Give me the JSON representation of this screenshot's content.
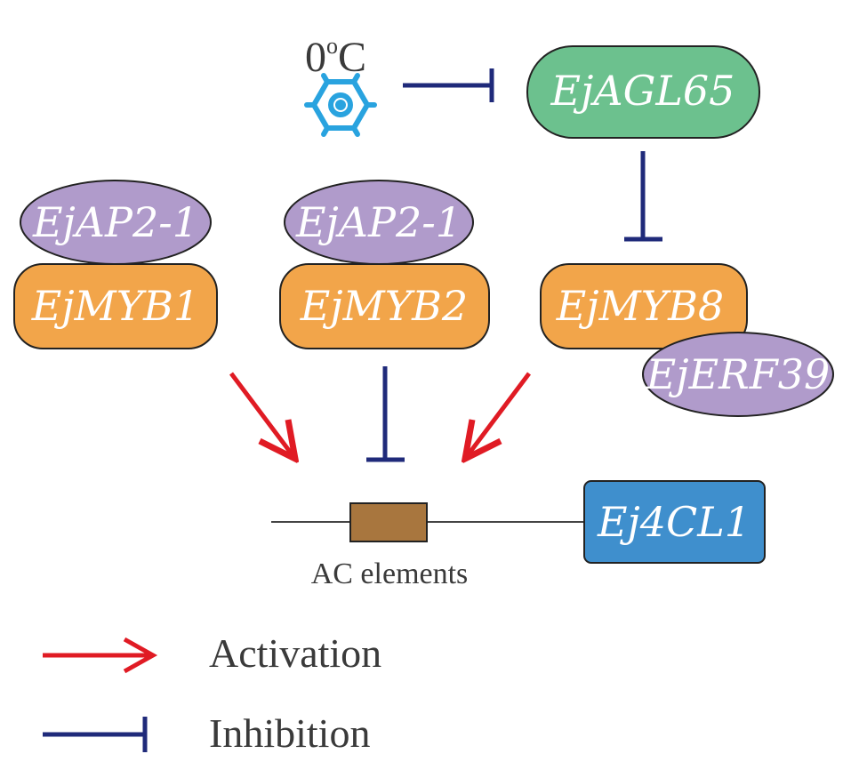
{
  "temperature": {
    "label": "0",
    "superscript": "o",
    "unit": "C"
  },
  "nodes": {
    "agl65": "EjAGL65",
    "ap2_left": "EjAP2-1",
    "ap2_mid": "EjAP2-1",
    "myb1": "EjMYB1",
    "myb2": "EjMYB2",
    "myb8": "EjMYB8",
    "erf39": "EjERF39",
    "target_gene": "Ej4CL1"
  },
  "promoter_label": "AC elements",
  "legend": {
    "activation": "Activation",
    "inhibition": "Inhibition"
  },
  "colors": {
    "activation": "#e01b24",
    "inhibition": "#1f2a7a",
    "green_node": "#6cc18e",
    "purple_node": "#b09bcb",
    "orange_node": "#f2a54a",
    "blue_node": "#3f8fcd",
    "promoter_box": "#a8763e",
    "snowflake": "#29a3df"
  }
}
